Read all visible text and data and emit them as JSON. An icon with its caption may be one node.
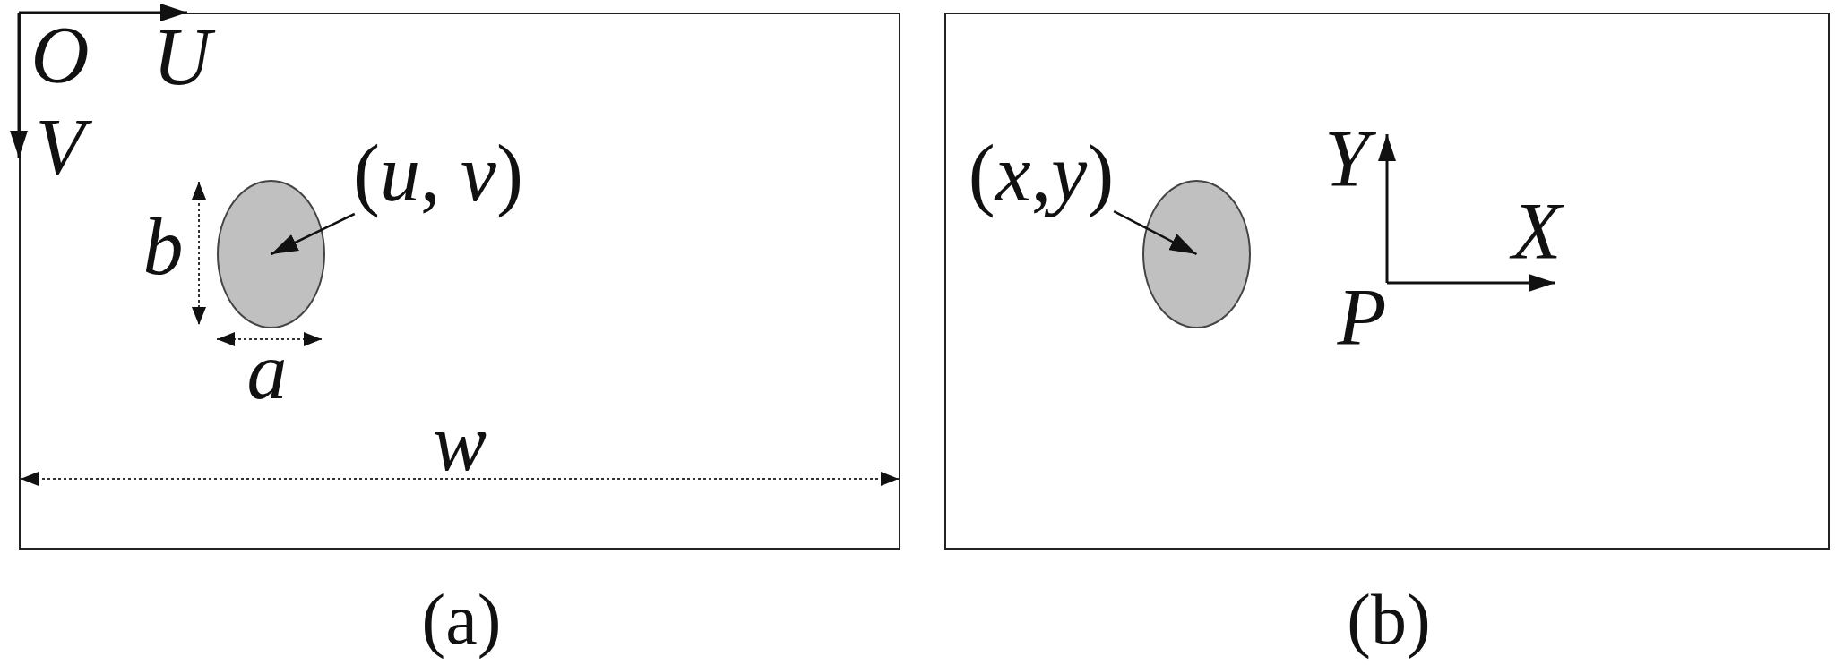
{
  "diagram": {
    "nodes": [
      {
        "text": [
          "(a)"
        ]
      },
      {
        "text": [],
        "shape": "ellipse",
        "in": 0
      },
      {
        "text": [
          "(*u*, *v*)"
        ],
        "in": 0
      },
      {
        "text": [
          "(b)"
        ]
      },
      {
        "text": [],
        "shape": "ellipse",
        "in": 3
      },
      {
        "text": [
          "(*x*,*y*)"
        ],
        "in": 3
      }
    ],
    "edges": [
      {
        "from": 2,
        "to": 1,
        "arrow": "to"
      },
      {
        "from": 5,
        "to": 4,
        "arrow": "to"
      }
    ],
    "labels": [
      "O",
      "U",
      "V",
      "b",
      "a",
      "w",
      "Y",
      "X",
      "P"
    ]
  }
}
